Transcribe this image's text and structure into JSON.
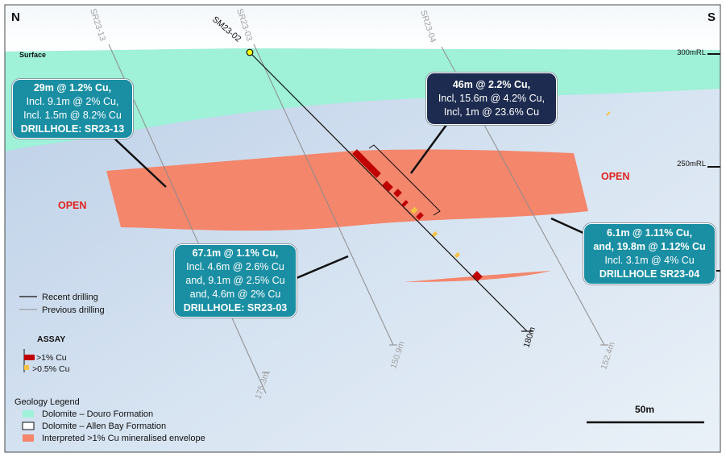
{
  "compass": {
    "north": "N",
    "south": "S"
  },
  "surface_label": "Surface",
  "elevations": [
    "300mRL",
    "250mRL"
  ],
  "open_labels": [
    "OPEN",
    "OPEN"
  ],
  "holes": [
    {
      "name": "SR23-13",
      "depth": "175.3m",
      "kind": "previous"
    },
    {
      "name": "SR23-03",
      "depth": "150.9m",
      "kind": "previous"
    },
    {
      "name": "SR23-04",
      "depth": "152.4m",
      "kind": "previous"
    },
    {
      "name": "SM23-02",
      "depth": "180m",
      "kind": "recent"
    }
  ],
  "callouts": {
    "sr23_13": [
      "29m @ 1.2% Cu,",
      "Incl. 9.1m @ 2% Cu,",
      "Incl. 1.5m @ 8.2% Cu",
      "DRILLHOLE: SR23-13"
    ],
    "sm23_02": [
      "46m @ 2.2% Cu,",
      "Incl, 15.6m @ 4.2% Cu,",
      "Incl, 1m @ 23.6% Cu"
    ],
    "sr23_03": [
      "67.1m @ 1.1% Cu,",
      "Incl. 4.6m @ 2.6% Cu",
      "and, 9.1m @ 2.5% Cu",
      "and, 4.6m @ 2% Cu",
      "DRILLHOLE: SR23-03"
    ],
    "sr23_04": [
      "6.1m @ 1.11% Cu,",
      "and, 19.8m @ 1.12% Cu",
      "Incl. 3.1m @ 4% Cu",
      "DRILLHOLE SR23-04"
    ]
  },
  "drilling_legend": {
    "recent": "Recent drilling",
    "previous": "Previous drilling"
  },
  "assay_legend": {
    "title": "ASSAY",
    "high": ">1% Cu",
    "mid": ">0.5% Cu"
  },
  "geology_legend": {
    "title": "Geology Legend",
    "items": [
      "Dolomite – Douro Formation",
      "Dolomite – Allen Bay Formation",
      "Interpreted >1% Cu mineralised envelope"
    ]
  },
  "scale_label": "50m",
  "colors": {
    "douro": "#9ff1d8",
    "allen_bay": "#dae6f2",
    "envelope": "#f4866c",
    "assay_high": "#c00000",
    "assay_mid": "#f5c242",
    "callout_teal": "#1a8fa4",
    "callout_navy": "#1c2b4f",
    "open_text": "#e0231d"
  }
}
